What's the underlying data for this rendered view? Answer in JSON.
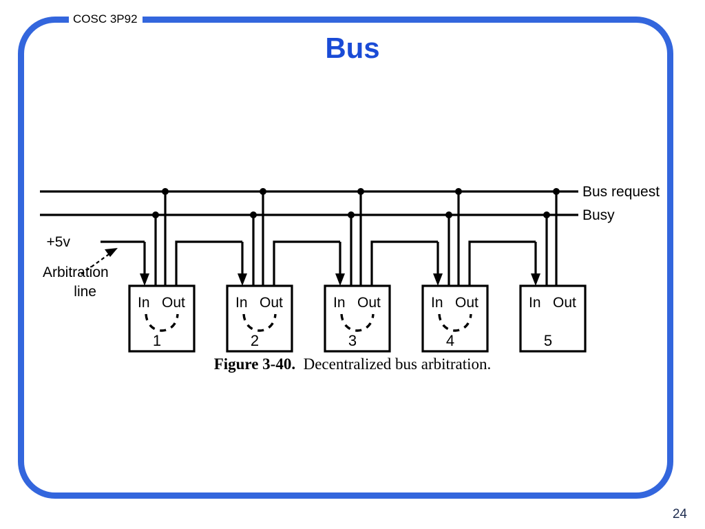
{
  "slide": {
    "header_label": "COSC 3P92",
    "title": "Bus",
    "page_number": "24",
    "frame_color": "#3366DD",
    "title_color": "#1A4BD6"
  },
  "figure": {
    "caption_bold": "Figure 3-40.",
    "caption_text": "Decentralized bus arbitration.",
    "bus_lines": [
      {
        "name": "bus-request",
        "label": "Bus request"
      },
      {
        "name": "busy",
        "label": "Busy"
      }
    ],
    "annotations": [
      {
        "name": "supply",
        "label": "+5v"
      },
      {
        "name": "arbitration-line-1",
        "label": "Arbitration"
      },
      {
        "name": "arbitration-line-2",
        "label": "line"
      }
    ],
    "port_in_label": "In",
    "port_out_label": "Out",
    "devices": [
      {
        "number": "1",
        "has_arc": true,
        "has_out_link": true
      },
      {
        "number": "2",
        "has_arc": true,
        "has_out_link": true
      },
      {
        "number": "3",
        "has_arc": true,
        "has_out_link": true
      },
      {
        "number": "4",
        "has_arc": true,
        "has_out_link": true
      },
      {
        "number": "5",
        "has_arc": false,
        "has_out_link": false
      }
    ]
  }
}
